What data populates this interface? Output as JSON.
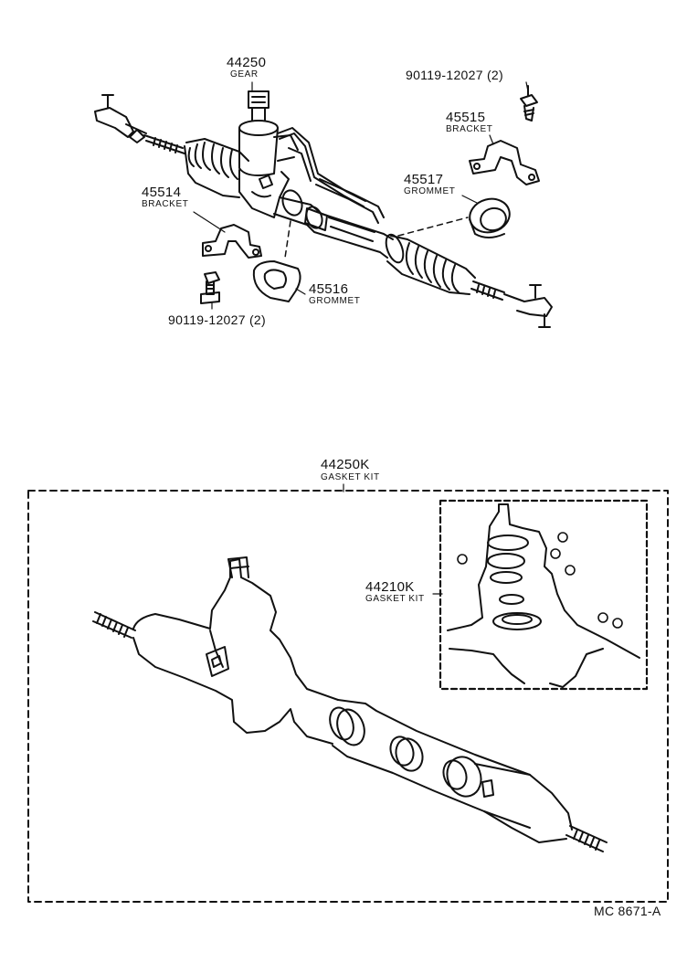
{
  "callouts": {
    "gear": {
      "number": "44250",
      "name": "GEAR"
    },
    "bolt_top": {
      "number": "90119-12027 (2)"
    },
    "bracket_right": {
      "number": "45515",
      "name": "BRACKET"
    },
    "grommet_right": {
      "number": "45517",
      "name": "GROMMET"
    },
    "bracket_left": {
      "number": "45514",
      "name": "BRACKET"
    },
    "grommet_left": {
      "number": "45516",
      "name": "GROMMET"
    },
    "bolt_bottom": {
      "number": "90119-12027 (2)"
    },
    "gasket_kit_main": {
      "number": "44250K",
      "name": "GASKET KIT"
    },
    "gasket_kit_sub": {
      "number": "44210K",
      "name": "GASKET KIT"
    }
  },
  "diagram_code": "MC 8671-A",
  "line_color": "#111111",
  "background": "#ffffff"
}
